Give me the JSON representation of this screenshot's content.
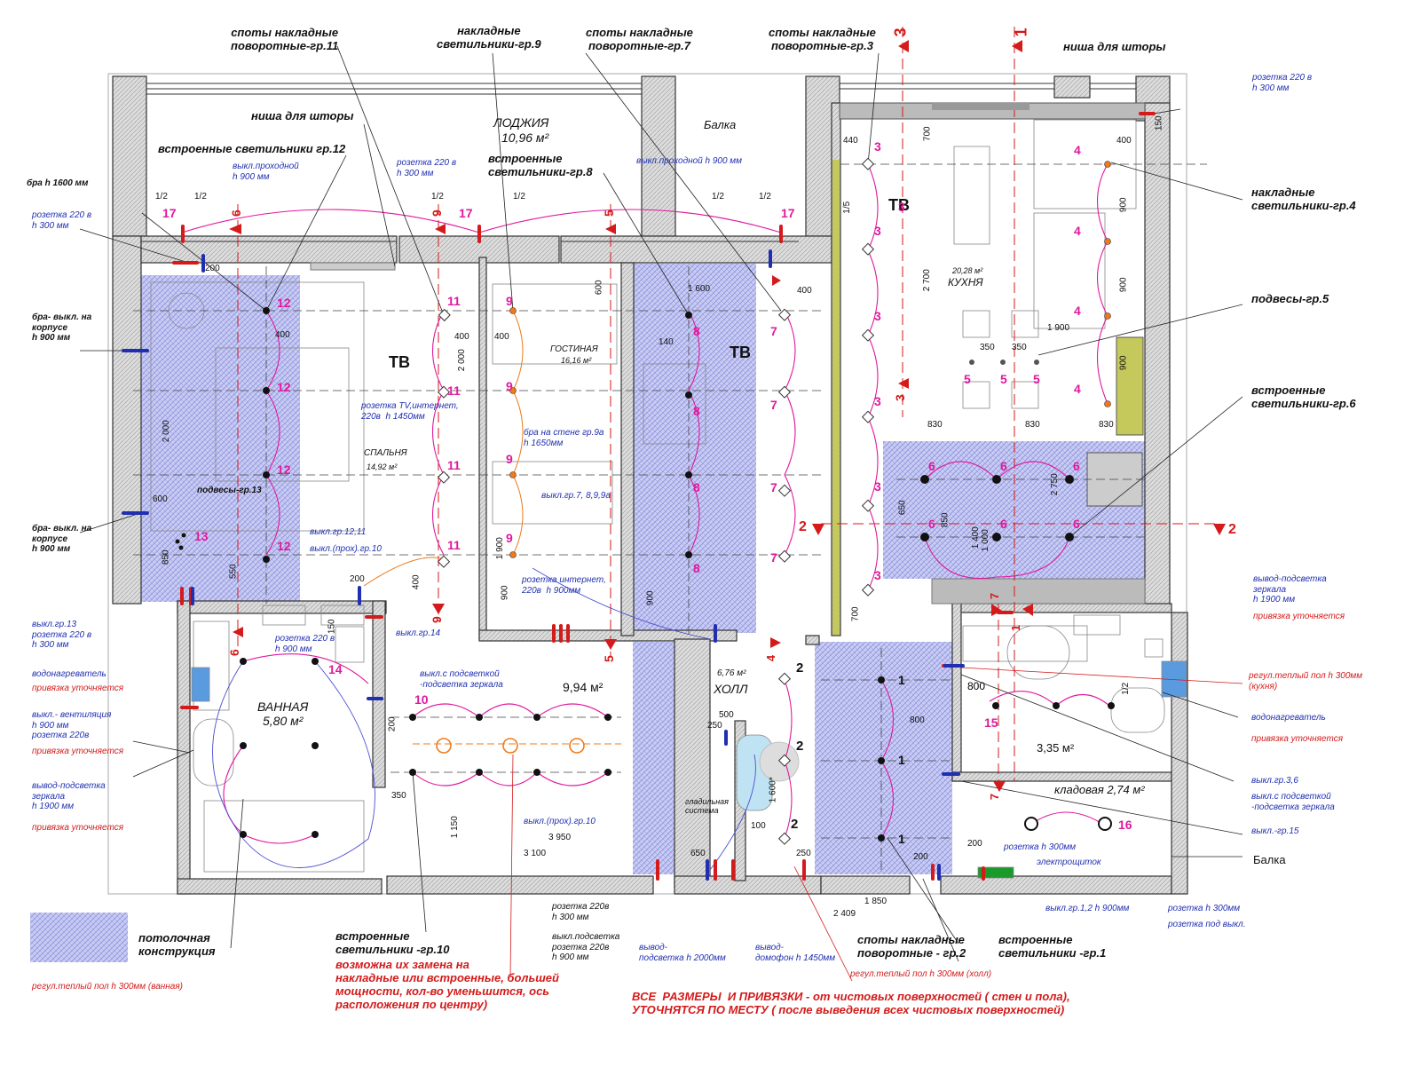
{
  "labels": {
    "spots11": "споты накладные\nповоротные-гр.11",
    "surface9": "накладные\nсветильники-гр.9",
    "spots7": "споты накладные\nповоротные-гр.7",
    "spots3": "споты накладные\nповоротные-гр.3",
    "niche_top": "ниша для шторы",
    "niche_left": "ниша для шторы",
    "builtin12": "встроенные светильники гр.12",
    "builtin8": "встроенные\nсветильники-гр.8",
    "surface4": "накладные\nсветильники-гр.4",
    "pendants5": "подвесы-гр.5",
    "builtin6": "встроенные\nсветильники-гр.6",
    "builtin10": "встроенные\nсветильники -гр.10",
    "builtin10_note": "возможна их замена на\nнакладные или встроенные, большей\nмощности, кол-во уменьшится, ось\nрасположения по центру)",
    "spots2": "споты накладные\nповоротные - гр.2",
    "builtin1": "встроенные\nсветильники -гр.1",
    "ceiling_legend": "потолочная\nконструкция",
    "beam_top": "Балка",
    "beam_bottom": "Балка",
    "bra_h1600": "бра h 1600 мм",
    "bra_switch1": "бра- выкл. на\nкорпусе\nh 900 мм",
    "bra_switch2": "бра- выкл. на\nкорпусе\nh 900 мм",
    "pendants13": "подвесы-гр.13",
    "footer_note": "ВСЕ  РАЗМЕРЫ  И ПРИВЯЗКИ - от чистовых поверхностей ( стен и пола),\nУТОЧНЯТСЯ ПО МЕСТУ ( после выведения всех чистовых поверхностей)"
  },
  "rooms": {
    "loggia": "ЛОДЖИЯ",
    "loggia_area": "10,96 м²",
    "kitchen_area": "20,28 м²",
    "kitchen": "КУХНЯ",
    "living": "ГОСТИНАЯ",
    "living_area": "16,16 м²",
    "bedroom": "СПАЛЬНЯ",
    "bedroom_area": "14,92 м²",
    "bath": "ВАННАЯ",
    "bath_area": "5,80 м²",
    "hall": "ХОЛЛ",
    "hall_area": "6,76 м²",
    "corr_area": "9,94 м²",
    "wc_area": "3,35 м²",
    "pantry": "кладовая 2,74 м²",
    "tv1": "ТВ",
    "tv2": "ТВ",
    "tv3": "ТВ",
    "smooth": "гладильная\nсистема"
  },
  "blue_notes": {
    "socket_top_right": "розетка 220 в\nh 300 мм",
    "socket_left": "розетка 220 в\nh 300 мм",
    "switch_pass_left": "выкл.проходной\nh 900 мм",
    "socket_bed_top": "розетка 220 в\nh 300 мм",
    "switch_pass_mid": "выкл.проходной h 900 мм",
    "tv_socket": "розетка TV,интернет,\n220в  h 1450мм",
    "bra_wall": "бра на стене гр.9а\nh 1650мм",
    "switch_7899a": "выкл.гр.7, 8,9,9а",
    "switch_1211": "выкл.гр.12,11",
    "switch_pass10": "выкл.(прох).гр.10",
    "socket_internet": "розетка интернет,\n220в  h 900мм",
    "switch13": "выкл.гр.13\nрозетка 220 в\nh 300 мм",
    "socket_bath": "розетка 220 в\nh 900 мм",
    "switch14": "выкл.гр.14",
    "mirror_light": "выкл.с подсветкой\n-подсветка зеркала",
    "water_heater": "водонагреватель",
    "vent": "выкл.- вентиляция\nh 900 мм\nрозетка 220в",
    "mirror_out_left": "вывод-подсветка\nзеркала\nh 1900 мм",
    "switch_pass10b": "выкл.(прох).гр.10",
    "socket_hall": "розетка 220в\nh 300 мм",
    "switch_light_socket": "выкл.подсветка\nрозетка 220в\nh 900 мм",
    "backlight_out": "вывод-\nподсветка h 2000мм",
    "intercom": "вывод-\nдомофон h 1450мм",
    "mirror_out_right": "вывод-подсветка\nзеркала\nh 1900 мм",
    "water_heater_r": "водонагреватель",
    "switch36": "выкл.гр.3,6",
    "mirror_switch_r": "выкл.с подсветкой\n-подсветка зеркала",
    "switch15": "выкл.-гр.15",
    "socket_h300": "розетка h 300мм",
    "el_panel": "электрощиток",
    "switch12": "выкл.гр.1,2  h 900мм",
    "socket_h300b": "розетка h 300мм",
    "socket_under": "розетка под выкл."
  },
  "red_notes": {
    "clarify1": "привязка уточняется",
    "clarify2": "привязка уточняется",
    "clarify3": "привязка уточняется",
    "clarify4": "привязка уточняется",
    "clarify5": "привязка уточняется",
    "floor_bath": "регул.теплый пол h 300мм (ванная)",
    "floor_hall": "регул.теплый пол h 300мм (холл)",
    "floor_kitchen": "регул.теплый пол h 300мм\n(кухня)"
  },
  "group_numbers": [
    "17",
    "17",
    "17",
    "12",
    "12",
    "12",
    "12",
    "13",
    "11",
    "11",
    "11",
    "11",
    "9",
    "9",
    "9",
    "9",
    "8",
    "8",
    "8",
    "8",
    "7",
    "7",
    "7",
    "7",
    "3",
    "3",
    "3",
    "3",
    "3",
    "3",
    "3",
    "4",
    "4",
    "4",
    "4",
    "5",
    "5",
    "5",
    "6",
    "6",
    "6",
    "6",
    "6",
    "6",
    "14",
    "10",
    "15",
    "16",
    "1",
    "1",
    "1",
    "2",
    "2",
    "2"
  ],
  "section_marks": [
    "3",
    "1",
    "6",
    "9",
    "5",
    "2",
    "2",
    "9",
    "5",
    "4",
    "6",
    "3",
    "7",
    "1",
    "7"
  ],
  "dims": [
    "1/2",
    "1/2",
    "1/2",
    "1/2",
    "1/2",
    "1/2",
    "200",
    "600",
    "400",
    "400",
    "400",
    "2 000",
    "2 000",
    "140",
    "1 600",
    "400",
    "2 700",
    "1 900",
    "350",
    "350",
    "900",
    "900",
    "830",
    "830",
    "830",
    "2 750",
    "650",
    "850",
    "1 400",
    "600",
    "850",
    "550",
    "150",
    "1 900",
    "900",
    "900",
    "200",
    "500",
    "250",
    "350",
    "1 150",
    "3 950",
    "3 100",
    "650",
    "250",
    "100",
    "1 600*",
    "1 850",
    "2 409",
    "800",
    "800",
    "200",
    "200",
    "440",
    "700",
    "150",
    "400",
    "1/5",
    "900",
    "1 000",
    "400",
    "200",
    "700",
    "1/2"
  ],
  "colors": {
    "wall": "#c9c9c9",
    "hatch": "#8088d8",
    "magenta": "#e0199e",
    "blue": "#1f2fb0",
    "red": "#d41a1a",
    "orange": "#f07a1a",
    "olive": "#c5c85a"
  }
}
